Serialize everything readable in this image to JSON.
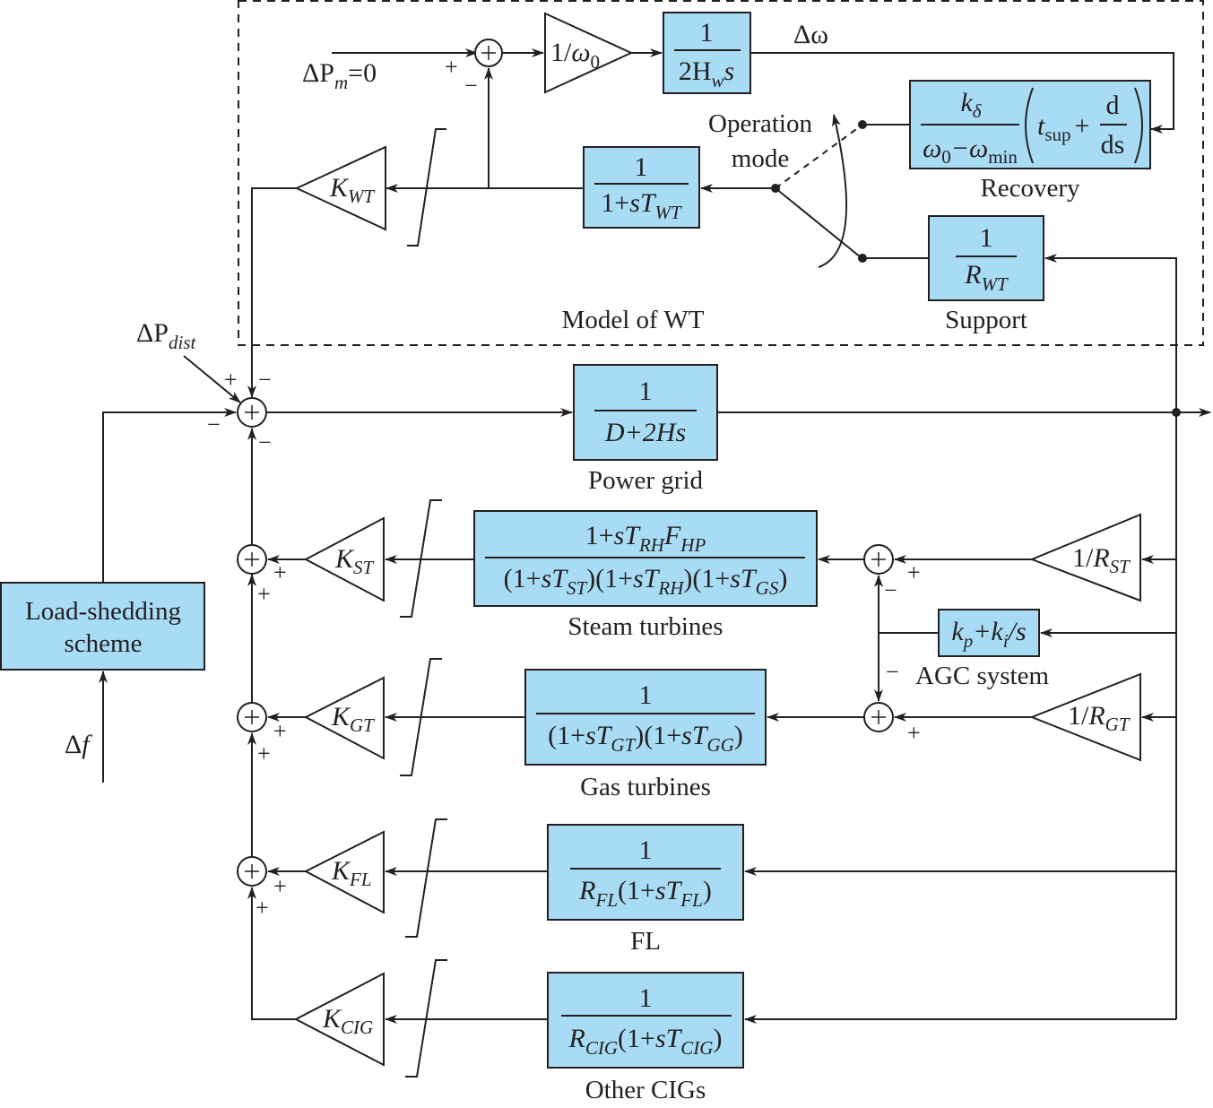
{
  "diagram": {
    "colors": {
      "block_fill": "#a8dcf5",
      "line": "#231f20",
      "background": "#ffffff"
    },
    "wt_model": {
      "title": "Model of WT",
      "input_label": {
        "delta": "ΔP",
        "sub": "m",
        "rest": "=0"
      },
      "gain_inv_omega0": {
        "num": "1/",
        "sym": "ω",
        "sub": "0"
      },
      "inertia_block": {
        "num": "1",
        "den_a": "2H",
        "den_sub": "w",
        "den_b": "s"
      },
      "output_label": "Δω",
      "recovery_block": {
        "num": "k",
        "num_sub": "δ",
        "den": "ω",
        "den_sub0": "0",
        "den_mid": "−ω",
        "den_sub1": "min",
        "t": "t",
        "t_sub": "sup",
        "plus": "+",
        "d_num": "d",
        "d_den": "ds"
      },
      "recovery_label": "Recovery",
      "support_block": {
        "num": "1",
        "den": "R",
        "den_sub": "WT"
      },
      "support_label": "Support",
      "switch_label_line1": "Operation",
      "switch_label_line2": "mode",
      "lag_block": {
        "num": "1",
        "den": "1+sT",
        "den_sub": "WT"
      },
      "gain": {
        "sym": "K",
        "sub": "WT"
      },
      "sum_signs": {
        "a": "+",
        "b": "−"
      }
    },
    "main_sum": {
      "disturbance": {
        "delta": "ΔP",
        "sub": "dist"
      },
      "signs": {
        "top_left": "+",
        "top_right": "−",
        "left": "−",
        "bottom": "−"
      }
    },
    "power_grid": {
      "num": "1",
      "den": "D+2Hs",
      "label": "Power grid"
    },
    "load_shedding": {
      "line1": "Load-shedding",
      "line2": "scheme",
      "input": "Δf"
    },
    "steam": {
      "num": {
        "a": "1+sT",
        "b": "RH",
        "c": "F",
        "d": "HP"
      },
      "den": [
        {
          "a": "(1+sT",
          "sub": "ST",
          "c": ")"
        },
        {
          "a": "(1+sT",
          "sub": "RH",
          "c": ")"
        },
        {
          "a": "(1+sT",
          "sub": "GS",
          "c": ")"
        }
      ],
      "label": "Steam turbines",
      "gain": {
        "sym": "K",
        "sub": "ST"
      },
      "droop": {
        "pre": "1/",
        "sym": "R",
        "sub": "ST"
      },
      "signs": {
        "sum_in": "+",
        "sum_agc": "−",
        "acc_right": "+",
        "acc_bottom": "+"
      }
    },
    "gas": {
      "num": "1",
      "den": [
        {
          "a": "(1+sT",
          "sub": "GT",
          "c": ")"
        },
        {
          "a": "(1+sT",
          "sub": "GG",
          "c": ")"
        }
      ],
      "label": "Gas turbines",
      "gain": {
        "sym": "K",
        "sub": "GT"
      },
      "droop": {
        "pre": "1/",
        "sym": "R",
        "sub": "GT"
      },
      "signs": {
        "sum_in": "+",
        "sum_agc": "−",
        "acc_right": "+",
        "acc_bottom": "+"
      }
    },
    "agc": {
      "expr_k": "k",
      "sub_p": "p",
      "plus": "+k",
      "sub_i": "i",
      "tail": "/s",
      "label": "AGC system"
    },
    "fl": {
      "num": "1",
      "den_a": "R",
      "den_sub": "FL",
      "den_b": "(1+sT",
      "den_sub2": "FL",
      "den_c": ")",
      "label": "FL",
      "gain": {
        "sym": "K",
        "sub": "FL"
      },
      "signs": {
        "acc_right": "+",
        "acc_bottom": "+"
      }
    },
    "cig": {
      "num": "1",
      "den_a": "R",
      "den_sub": "CIG",
      "den_b": "(1+sT",
      "den_sub2": "CIG",
      "den_c": ")",
      "label": "Other CIGs",
      "gain": {
        "sym": "K",
        "sub": "CIG"
      }
    }
  }
}
